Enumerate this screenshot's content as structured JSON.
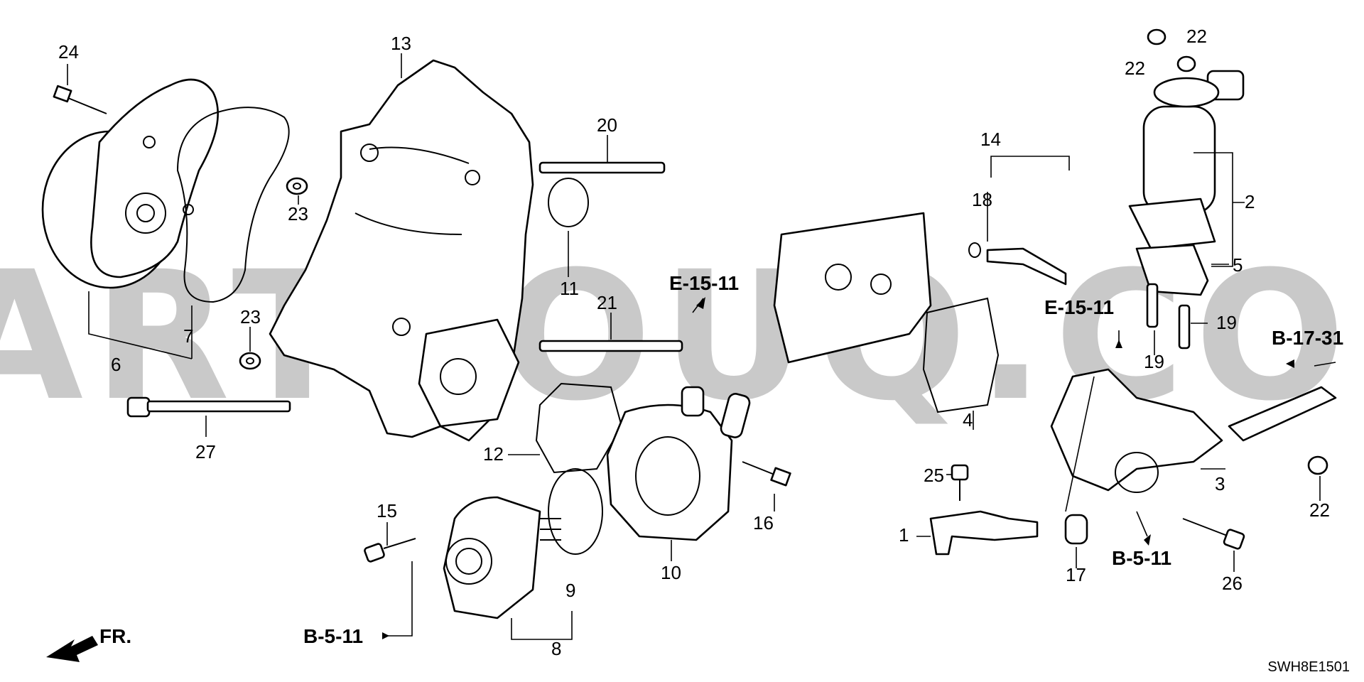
{
  "diagram": {
    "watermark": "PARTSOUQ.COM",
    "diagram_code": "SWH8E1501",
    "front_marker": "FR.",
    "callouts": [
      "24",
      "13",
      "20",
      "14",
      "18",
      "22",
      "22",
      "2",
      "23",
      "11",
      "23",
      "21",
      "7",
      "6",
      "27",
      "12",
      "15",
      "9",
      "8",
      "10",
      "16",
      "4",
      "5",
      "19",
      "19",
      "3",
      "22",
      "25",
      "1",
      "17",
      "26"
    ],
    "references": [
      "E-15-11",
      "E-15-11",
      "B-17-31",
      "B-5-11",
      "B-5-11"
    ]
  }
}
